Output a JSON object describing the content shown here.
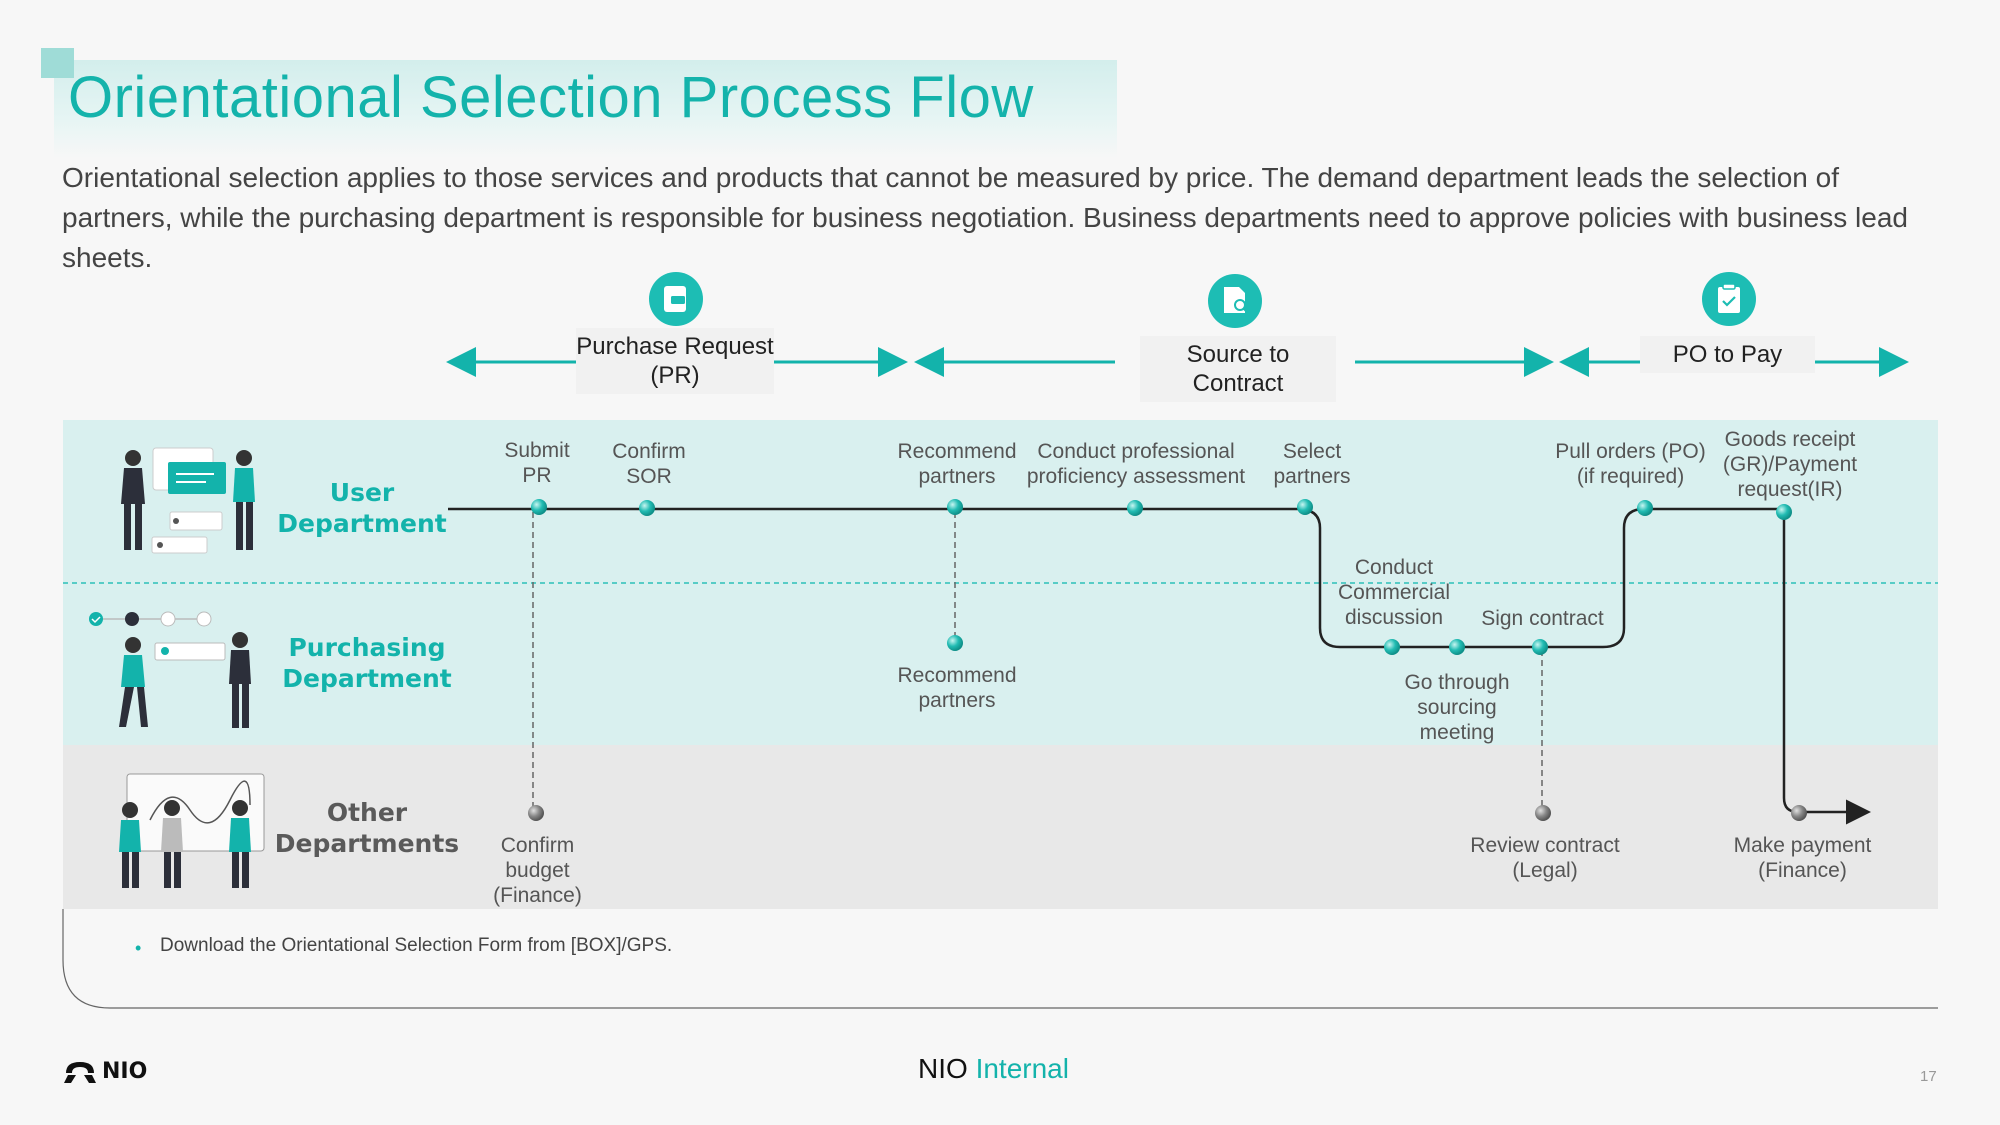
{
  "title": "Orientational Selection Process Flow",
  "intro": "Orientational selection applies to those services and products that cannot be measured by price.  The demand department leads the selection of partners, while the purchasing department is responsible for business negotiation.  Business departments need to approve policies with business lead sheets.",
  "phases": [
    {
      "label": "Purchase Request (PR)",
      "icon": "document-card-icon"
    },
    {
      "label": "Source to Contract",
      "icon": "document-search-icon"
    },
    {
      "label": "PO to Pay",
      "icon": "clipboard-check-icon"
    }
  ],
  "lanes": {
    "user": "User Department",
    "purchasing": "Purchasing Department",
    "other": "Other Departments"
  },
  "steps": {
    "submit_pr": "Submit PR",
    "confirm_sor": "Confirm SOR",
    "recommend_partners_user": "Recommend partners",
    "conduct_professional": "Conduct professional proficiency assessment",
    "select_partners": "Select partners",
    "pull_orders": "Pull orders (PO) (if required)",
    "goods_receipt": "Goods receipt (GR)/Payment request(IR)",
    "conduct_commercial": "Conduct Commercial discussion",
    "sign_contract": "Sign contract",
    "recommend_partners_purch": "Recommend partners",
    "go_through": "Go through sourcing meeting",
    "confirm_budget": "Confirm budget (Finance)",
    "review_contract": "Review contract (Legal)",
    "make_payment": "Make payment (Finance)"
  },
  "footnote": "Download the Orientational Selection Form from [BOX]/GPS.",
  "footer": {
    "brand": "NIO",
    "internal_prefix": "NIO",
    "internal_suffix": "Internal",
    "page": "17"
  },
  "colors": {
    "accent": "#13b3ab",
    "lane_bg": "#d9f0ef",
    "other_lane_bg": "#e8e8e8"
  }
}
